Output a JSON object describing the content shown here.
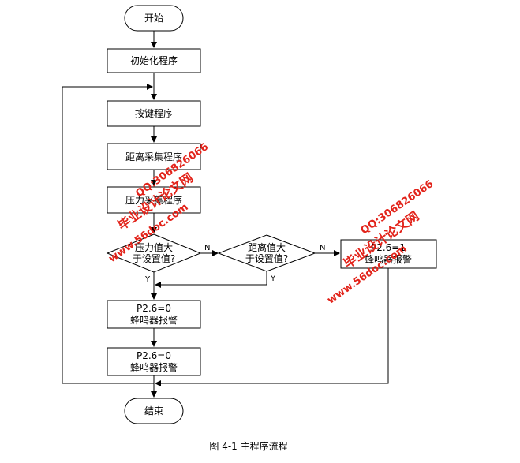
{
  "nodes": {
    "start": "开始",
    "init": "初始化程序",
    "key": "按键程序",
    "distance_acq": "距离采集程序",
    "pressure_acq": "压力采集程序",
    "pressure_check": [
      "压力值大",
      "于设置值?"
    ],
    "distance_check": [
      "距离值大",
      "于设置值?"
    ],
    "alarm_right": [
      "P2.6=1",
      "蜂鸣器报警"
    ],
    "alarm_1": [
      "P2.6=0",
      "蜂鸣器报警"
    ],
    "alarm_2": [
      "P2.6=0",
      "蜂鸣器报警"
    ],
    "end": "结束"
  },
  "edge_labels": {
    "pressure_no": "N",
    "pressure_yes": "Y",
    "distance_no": "N",
    "distance_yes": "Y"
  },
  "caption": "图 4-1  主程序流程",
  "watermark": {
    "site": "www.56doc.com",
    "qq": "QQ:306826066",
    "name": "毕业设计论文网",
    "color": "#e2231a"
  }
}
